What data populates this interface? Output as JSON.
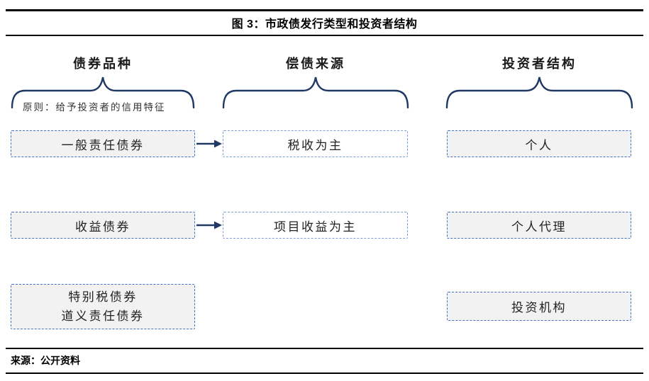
{
  "figure": {
    "title": "图 3：市政债发行类型和投资者结构",
    "source": "来源：公开资料"
  },
  "columns": [
    {
      "header": "债券品种",
      "note": "原则：给予投资者的信用特征",
      "items": [
        {
          "label": "一般责任债券"
        },
        {
          "label": "收益债券"
        },
        {
          "label": "特别税债券",
          "label2": "道义责任债券"
        }
      ]
    },
    {
      "header": "偿债来源",
      "items": [
        {
          "label": "税收为主"
        },
        {
          "label": "项目收益为主"
        }
      ]
    },
    {
      "header": "投资者结构",
      "items": [
        {
          "label": "个人"
        },
        {
          "label": "个人代理"
        },
        {
          "label": "投资机构"
        }
      ]
    }
  ],
  "colors": {
    "brace": "#1F3864",
    "arrow": "#1F3864",
    "box_border": "#4472C4",
    "box_border_light": "#7F9FD8",
    "box_fill_gray": "#F2F2F2",
    "box_fill_white": "#FFFFFF"
  }
}
